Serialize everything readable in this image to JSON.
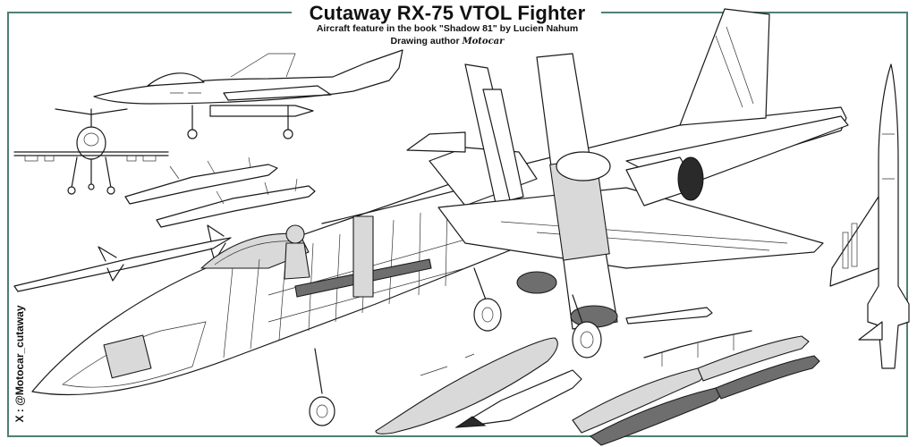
{
  "header": {
    "title": "Cutaway RX-75 VTOL Fighter",
    "subtitle": "Aircraft feature in the book  \"Shadow 81\" by Lucien Nahum",
    "credit_prefix": "Drawing author",
    "signature": "Motocar"
  },
  "side_text": {
    "handle": "X : @Motocar_cutaway"
  },
  "colors": {
    "frame_rule": "#4f7f75",
    "ink": "#111111",
    "background": "#ffffff"
  },
  "drawings": [
    "side-view-profile",
    "front-view",
    "air-to-air-missiles",
    "main-cutaway-aircraft",
    "top-planform-view",
    "drop-tank",
    "bomb-clusters",
    "detached-nose-cone"
  ]
}
